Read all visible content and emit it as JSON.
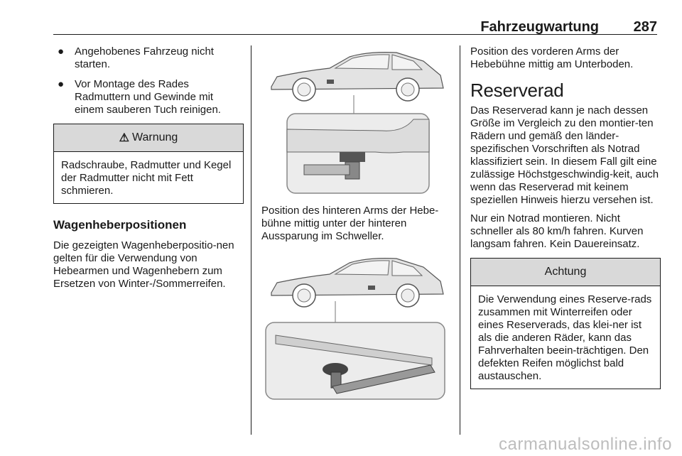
{
  "header": {
    "title": "Fahrzeugwartung",
    "page_number": "287"
  },
  "col1": {
    "bullets": [
      "Angehobenes Fahrzeug nicht starten.",
      "Vor Montage des Rades Radmuttern und Gewinde mit einem sauberen Tuch reinigen."
    ],
    "warning": {
      "icon": "warning-triangle-icon",
      "title": "Warnung",
      "text": "Radschraube, Radmutter und Kegel der Radmutter nicht mit Fett schmieren."
    },
    "heading": "Wagenheberpositionen",
    "paragraph": "Die gezeigten Wagenheberpositio-nen gelten für die Verwendung von Hebearmen und Wagenhebern zum Ersetzen von Winter-/Sommerreifen."
  },
  "col2": {
    "caption": "Position des hinteren Arms der Hebe-bühne mittig unter der hinteren Aussparung im Schweller."
  },
  "col3": {
    "intro": "Position des vorderen Arms der Hebebühne mittig am Unterboden.",
    "heading": "Reserverad",
    "para1": "Das Reserverad kann je nach dessen Größe im Vergleich zu den montier-ten Rädern und gemäß den länder-spezifischen Vorschriften als Notrad klassifiziert sein. In diesem Fall gilt eine zulässige Höchstgeschwindig-keit, auch wenn das Reserverad mit keinem speziellen Hinweis hierzu versehen ist.",
    "para2": "Nur ein Notrad montieren. Nicht schneller als 80 km/h fahren. Kurven langsam fahren. Kein Dauereinsatz.",
    "caution": {
      "title": "Achtung",
      "text": "Die Verwendung eines Reserve-rads zusammen mit Winterreifen oder eines Reserverads, das klei-ner ist als die anderen Räder, kann das Fahrverhalten beein-trächtigen. Den defekten Reifen möglichst bald austauschen."
    }
  },
  "watermark": "carmanualsonline.info"
}
